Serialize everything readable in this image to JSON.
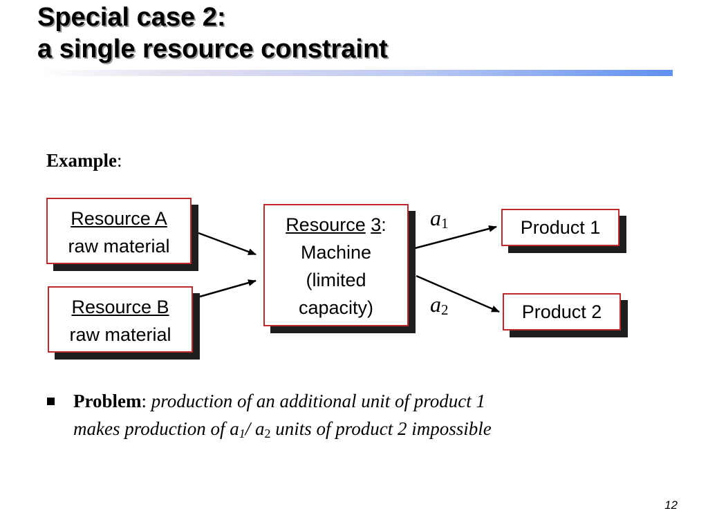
{
  "slide": {
    "title_line1": "Special case 2:",
    "title_line2": "a single resource constraint",
    "example_bold": "Example",
    "example_colon": ":",
    "page_number": "12"
  },
  "diagram": {
    "resource_a": {
      "name": "Resource A",
      "desc": "raw material"
    },
    "resource_b": {
      "name": "Resource B",
      "desc": "raw material"
    },
    "resource_3": {
      "name": "Resource",
      "number": "3",
      "colon": ":",
      "line2": "Machine",
      "line3": "(limited",
      "line4": "capacity)"
    },
    "product_1": "Product 1",
    "product_2": "Product 2",
    "arrow_labels": [
      {
        "var": "a",
        "sub": "1"
      },
      {
        "var": "a",
        "sub": "2"
      }
    ]
  },
  "bullet": {
    "bold": "Problem",
    "colon": ":",
    "text_part1": "production of an additional unit of product 1",
    "text_part2": "makes production of a",
    "sub1": "1",
    "slash": "/ a",
    "sub2": "2",
    "text_part3": "units of product 2 impossible"
  },
  "colors": {
    "box_border": "#c0282d",
    "box_shadow": "#1e1e1e",
    "title_bar_end": "#5f8ff0"
  }
}
